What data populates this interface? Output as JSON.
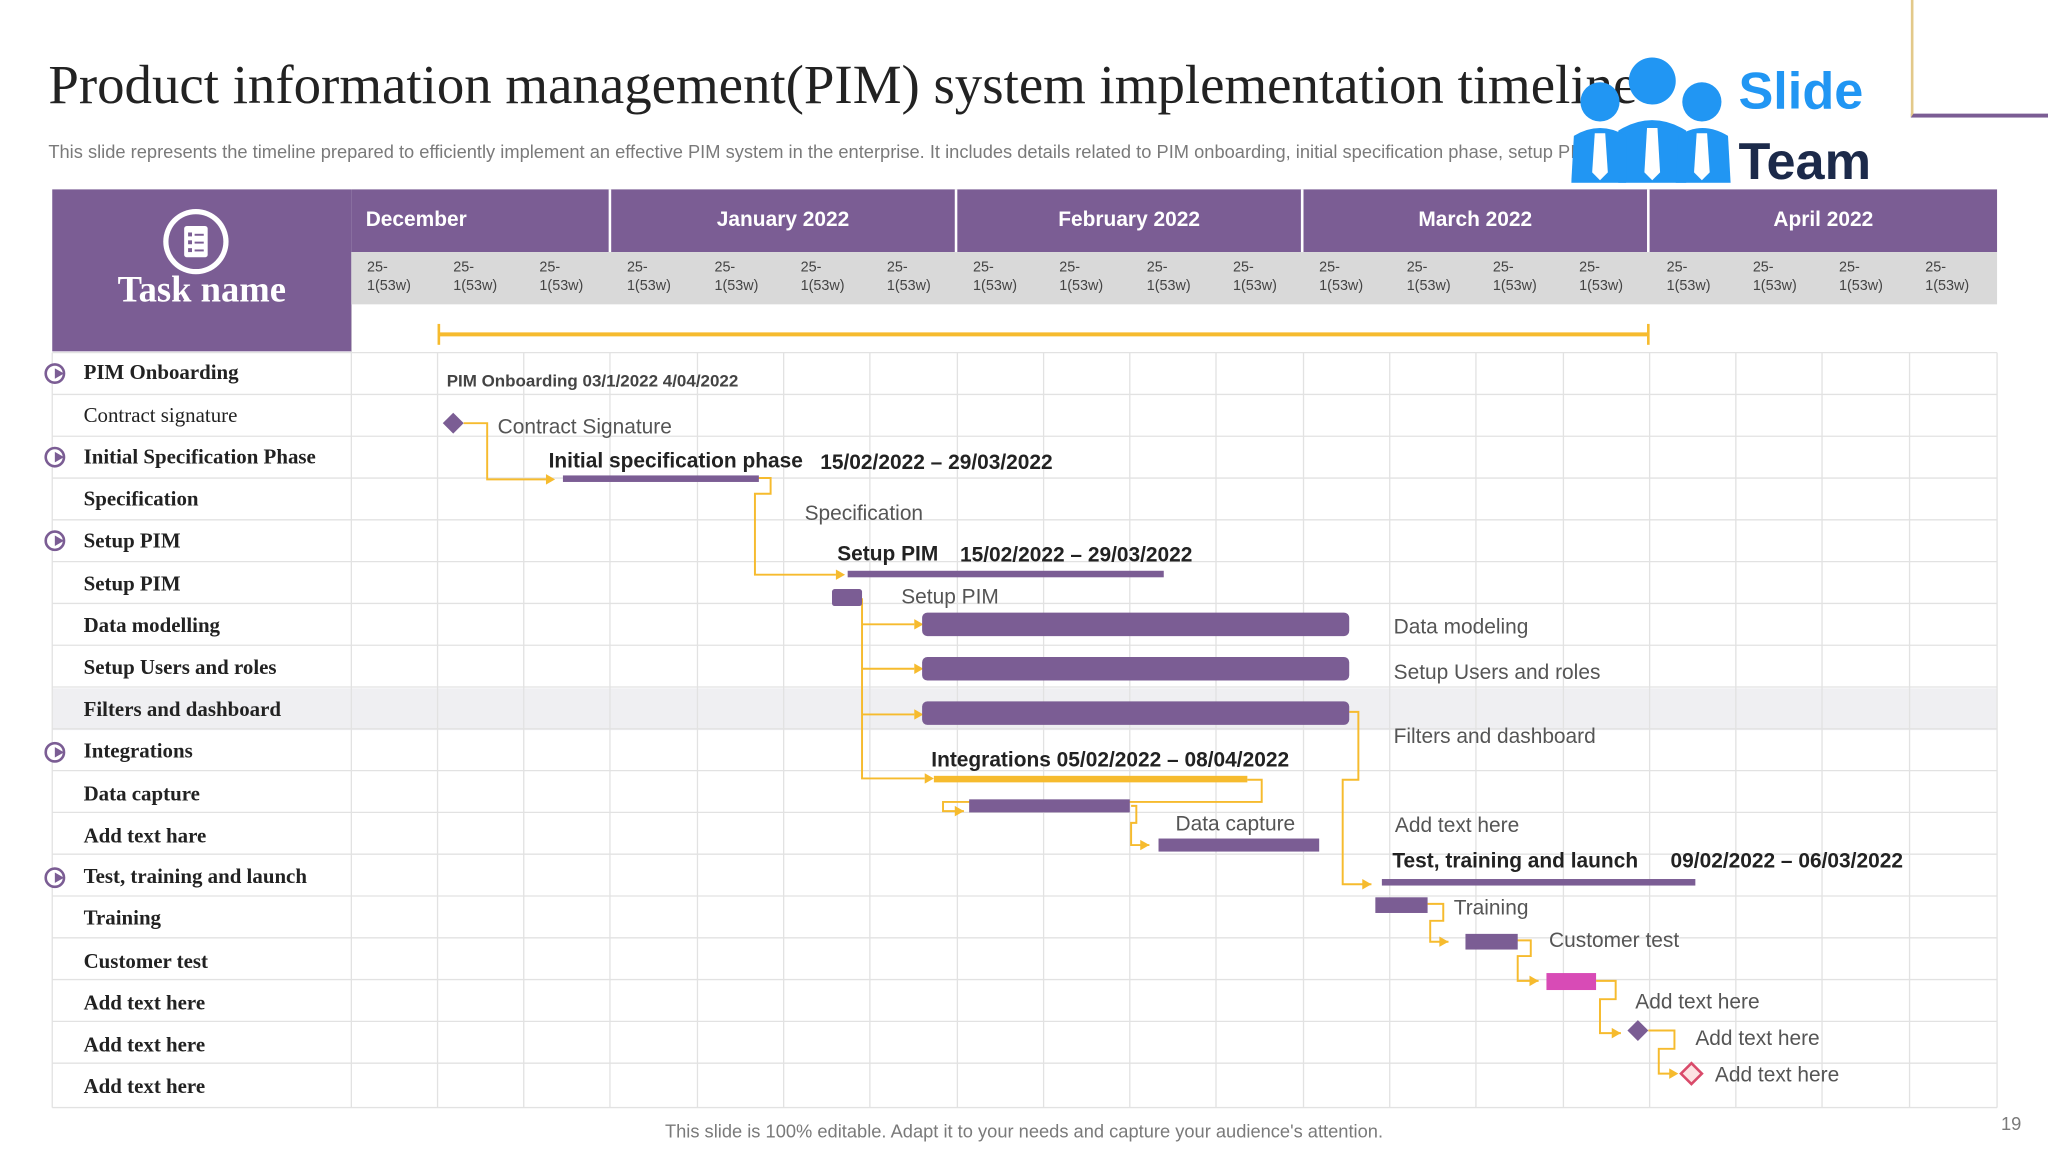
{
  "title": "Product information management(PIM) system implementation timeline",
  "subtitle": "This slide represents the timeline prepared to efficiently implement an effective PIM system in the enterprise. It includes details related to PIM onboarding, initial specification phase, setup PIM, etc.",
  "logo": {
    "line1": "Slide",
    "line2": "Team"
  },
  "task_header": "Task name",
  "months": [
    "December",
    "January 2022",
    "February 2022",
    "March 2022",
    "April 2022"
  ],
  "week_label_line1": "25-",
  "week_label_line2": "1(53w)",
  "tasks": [
    "PIM Onboarding",
    "Contract  signature",
    "Initial Specification  Phase",
    "Specification",
    "Setup PIM",
    "Setup PIM",
    "Data modelling",
    "Setup Users and roles",
    "Filters and dashboard",
    "Integrations",
    "Data capture",
    "Add text hare",
    "Test, training and launch",
    "Training",
    "Customer test",
    "Add text here",
    "Add text here",
    "Add text here"
  ],
  "gantt_labels": {
    "onboarding": "PIM Onboarding 03/1/2022 4/04/2022",
    "contract": "Contract  Signature",
    "initial_spec_name": "Initial specification phase",
    "initial_spec_dates": "15/02/2022  – 29/03/2022",
    "specification": "Specification",
    "setup_pim_name": "Setup PIM",
    "setup_pim_dates": "15/02/2022  – 29/03/2022",
    "setup_pim_sub": "Setup PIM",
    "data_modeling": "Data  modeling",
    "users_roles": "Setup Users  and roles",
    "filters": "Filters  and  dashboard",
    "integrations": "Integrations 05/02/2022  – 08/04/2022",
    "data_capture": "Data  capture",
    "add_text_1": "Add text here",
    "test_name": "Test, training and launch",
    "test_dates": "09/02/2022  – 06/03/2022",
    "training": "Training",
    "customer_test": "Customer  test",
    "add_text_2": "Add text here",
    "add_text_3": "Add text here",
    "add_text_4": "Add text here"
  },
  "footer": "This slide is 100% editable. Adapt it to your needs and capture your audience's attention.",
  "page_number": "19",
  "colors": {
    "primary": "#7b5d94",
    "accent": "#f6bb2e",
    "pink": "#d84bb6",
    "grid": "#e6e6e6"
  }
}
